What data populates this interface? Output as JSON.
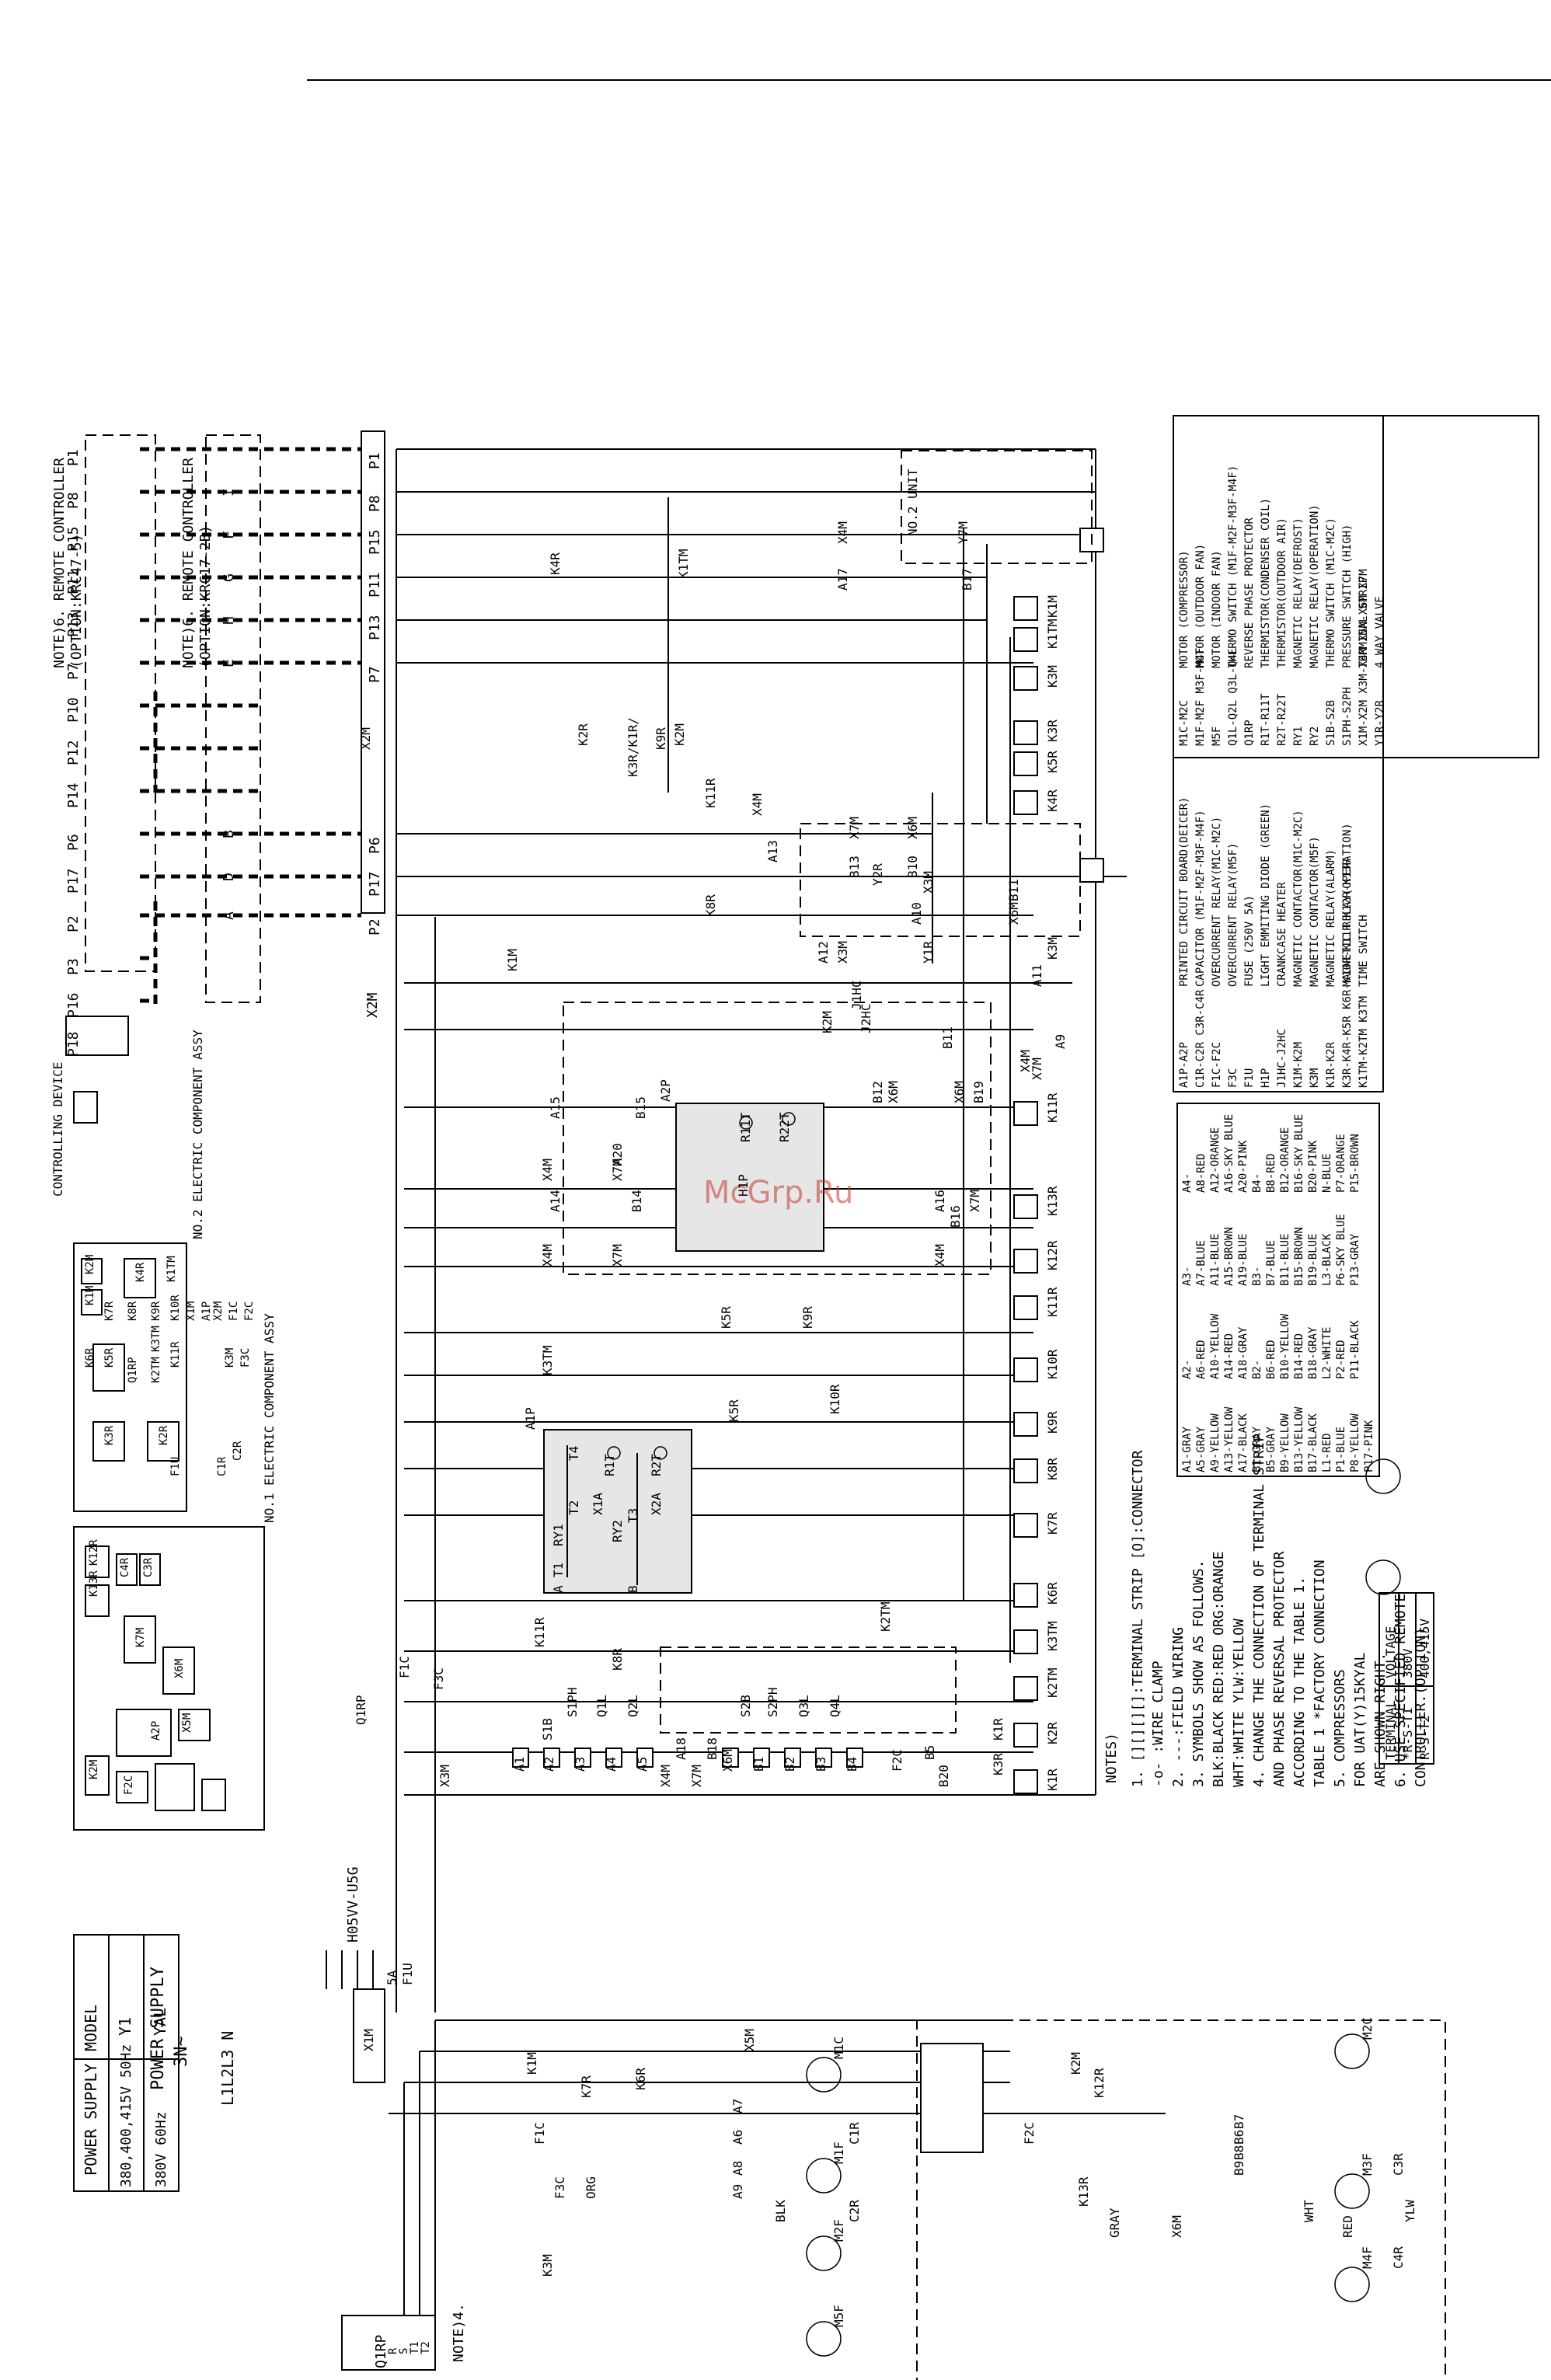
{
  "watermark": "McGrp.Ru",
  "controllers": {
    "rc1_note": "NOTE)6. REMOTE CONTROLLER",
    "rc1_option": "(OPTION:KRC47-5)",
    "rc2_note": "NOTE)6. REMOTE CONTROLLER",
    "rc2_option": "(OPTION:KRC17-2B)",
    "controlling_device": "CONTROLLING DEVICE",
    "pins_top": [
      "P1",
      "P8",
      "P15",
      "P11",
      "P13",
      "P7",
      "P10",
      "P12",
      "P14",
      "P6",
      "P17",
      "P2",
      "P3",
      "P16",
      "P18"
    ],
    "letters": [
      "I",
      "F",
      "G",
      "H",
      "E",
      "B",
      "D",
      "A"
    ],
    "x2m_pins": [
      "P1",
      "P8",
      "P15",
      "P11",
      "P13",
      "P7",
      "P6",
      "P17",
      "P2"
    ],
    "x2m": "X2M"
  },
  "assy": {
    "no1": "NO.1 ELECTRIC COMPONENT ASSY",
    "no1_parts": [
      "K2M",
      "K1M",
      "K4R",
      "K5R",
      "K3R",
      "K2R",
      "K6R",
      "K7R",
      "K8R",
      "K9R",
      "K10R",
      "K11R",
      "Q1RP",
      "K2TM",
      "K1TM",
      "K3TM",
      "X1M",
      "A1P",
      "X2M",
      "F1C",
      "F2C",
      "F1U",
      "C1R",
      "C2R",
      "K3M",
      "F3C"
    ],
    "no2": "NO.2 ELECTRIC COMPONENT ASSY",
    "no2_parts": [
      "K12R",
      "K13R",
      "C4R",
      "C3R",
      "K7M",
      "X6M",
      "A2P",
      "X5M",
      "K2M",
      "F2C"
    ]
  },
  "power_table": {
    "headers": [
      "MODEL",
      "POWER SUPPLY"
    ],
    "rows": [
      [
        "Y1",
        "380,400,415V 50Hz"
      ],
      [
        "YAL",
        "380V 60Hz"
      ]
    ]
  },
  "power_supply": "POWER SUPPLY",
  "power_spec": "3N~",
  "phase_labels": "L1L2L3 N",
  "cable": "H05VV-U5G",
  "fuse": "5A",
  "fuse_name": "F1U",
  "boards": {
    "a1p": "A1P",
    "a2p": "A2P",
    "x1a": "X1A",
    "x2a": "X2A",
    "r1t": "R1T",
    "r2t": "R2T",
    "r11t": "R11T",
    "r22t": "R22T",
    "h1p": "H1P",
    "ry1": "RY1",
    "ry2": "RY2",
    "t1": "T1",
    "t2": "T2",
    "t3": "T3",
    "t4": "T4",
    "a": "A",
    "b": "B"
  },
  "circuit_labels": [
    "K1TM",
    "K4R",
    "X4M",
    "A17",
    "NO.2 UNIT",
    "Y7M",
    "B17",
    "K2M",
    "K9R",
    "K2R",
    "X2M",
    "K3R/K1R/",
    "K11R",
    "X4M",
    "A13",
    "X7M",
    "B13",
    "X6M",
    "B10",
    "Y2R",
    "X6M",
    "B11",
    "K8R",
    "X3M",
    "A10",
    "Y1R",
    "K3M",
    "A11",
    "K1M",
    "X3M",
    "A12",
    "J1HC",
    "K2M",
    "X6M",
    "B12",
    "J2HC",
    "X6M",
    "B11",
    "X4M",
    "A9",
    "X7M",
    "B19",
    "X4M",
    "A15",
    "X7M",
    "B15",
    "X4M",
    "A14",
    "X7M",
    "B14",
    "X4M",
    "A16",
    "B16",
    "X7M",
    "K5R",
    "K9R",
    "K3TM",
    "K5R",
    "K10R",
    "K2TM",
    "K11R",
    "K8R",
    "S1B",
    "S1PH",
    "Q1L",
    "Q2L",
    "S2B",
    "S2PH",
    "Q3L",
    "Q4L",
    "K1R",
    "K3R",
    "F2C",
    "Q1RP",
    "F1C",
    "F3C",
    "X3M",
    "A1",
    "A2",
    "A3",
    "A4",
    "A5",
    "X4M",
    "A18",
    "X7M",
    "B18",
    "X6M",
    "B1",
    "B2",
    "B3",
    "B4",
    "B5",
    "B20",
    "A20"
  ],
  "relay_coils": [
    "K1M",
    "K1TM",
    "K3M",
    "K3R",
    "K5R",
    "K4R",
    "K11R",
    "K13R",
    "K12R",
    "K11R",
    "K10R",
    "K9R",
    "K8R",
    "K7R",
    "K6R",
    "K3TM",
    "K2TM",
    "K2R",
    "K1R"
  ],
  "motor_labels": [
    "M1C",
    "M1F",
    "M2F",
    "M5F",
    "M2C",
    "M3F",
    "M4F",
    "C1R",
    "C2R",
    "C3R",
    "C4R",
    "X1M",
    "X5M",
    "K1M",
    "K2M",
    "K3M",
    "K7R",
    "K6R",
    "K12R",
    "K13R",
    "X6M",
    "B7",
    "B6",
    "B8",
    "B9",
    "A7",
    "A6",
    "A8",
    "A9",
    "F1C",
    "F2C",
    "F3C",
    "ORG",
    "GRAY",
    "BLK",
    "WHT",
    "RED",
    "YLW"
  ],
  "q1rp": {
    "label": "Q1RP",
    "pins": [
      "R",
      "S",
      "T1",
      "T2"
    ],
    "note": "NOTE)4."
  },
  "notes": {
    "title": "NOTES)",
    "items": [
      "1. [][][][]:TERMINAL STRIP  [O]:CONNECTOR",
      "   -o- :WIRE CLAMP",
      "2. ---:FIELD WIRING",
      "3. SYMBOLS SHOW AS FOLLOWS.",
      "   BLK:BLACK RED:RED ORG:ORANGE",
      "   WHT:WHITE YLW:YELLOW",
      "4. CHANGE THE CONNECTION OF TERMINAL STRIP",
      "   AND PHASE REVERSAL PROTECTOR",
      "   ACCORDING TO THE TABLE 1.",
      "   TABLE 1  *FACTORY CONNECTION",
      "5. COMPRESSORS",
      "   FOR UAT(Y)15KYAL",
      "   ARE SHOWN RIGHT.",
      "6. USE SPECIFIED REMOTE",
      "   CONTROLLER.(OPTION)"
    ],
    "table1_headers": [
      "VOLTAGE",
      "TERMINAL"
    ],
    "table1_rows": [
      [
        "380V",
        "*R-S-T1"
      ],
      [
        "400,415V",
        "R-S-T2"
      ]
    ]
  },
  "color_table": [
    [
      "A1-GRAY",
      "A2-",
      "A3-",
      "A4-"
    ],
    [
      "A5-GRAY",
      "A6-RED",
      "A7-BLUE",
      "A8-RED"
    ],
    [
      "A9-YELLOW",
      "A10-YELLOW",
      "A11-BLUE",
      "A12-ORANGE"
    ],
    [
      "A13-YELLOW",
      "A14-RED",
      "A15-BROWN",
      "A16-SKY BLUE"
    ],
    [
      "A17-BLACK",
      "A18-GRAY",
      "A19-BLUE",
      "A20-PINK"
    ],
    [
      "B1-GRAY",
      "B2-",
      "B3-",
      "B4-"
    ],
    [
      "B5-GRAY",
      "B6-RED",
      "B7-BLUE",
      "B8-RED"
    ],
    [
      "B9-YELLOW",
      "B10-YELLOW",
      "B11-BLUE",
      "B12-ORANGE"
    ],
    [
      "B13-YELLOW",
      "B14-RED",
      "B15-BROWN",
      "B16-SKY BLUE"
    ],
    [
      "B17-BLACK",
      "B18-GRAY",
      "B19-BLUE",
      "B20-PINK"
    ],
    [
      "L1-RED",
      "L2-WHITE",
      "L3-BLACK",
      "N-BLUE"
    ],
    [
      "P1-BLUE",
      "P2-RED",
      "P6-SKY BLUE",
      "P7-ORANGE"
    ],
    [
      "P8-YELLOW",
      "P11-BLACK",
      "P13-GRAY",
      "P15-BROWN"
    ],
    [
      "P17-PINK",
      "",
      "",
      ""
    ]
  ],
  "legend_left": [
    [
      "A1P-A2P",
      "PRINTED CIRCUIT BOARD(DEICER)"
    ],
    [
      "C1R-C2R C3R-C4R",
      "CAPACITOR (M1F-M2F-M3F-M4F)"
    ],
    [
      "F1C-F2C",
      "OVERCURRENT RELAY(M1C-M2C)"
    ],
    [
      "F3C",
      "OVERCURRENT RELAY(M5F)"
    ],
    [
      "F1U",
      "FUSE (250V 5A)"
    ],
    [
      "H1P",
      "LIGHT EMMITING DIODE (GREEN)"
    ],
    [
      "J1HC-J2HC",
      "CRANKCASE HEATER"
    ],
    [
      "K1M-K2M",
      "MAGNETIC CONTACTOR(M1C-M2C)"
    ],
    [
      "K3M",
      "MAGNETIC CONTACTOR(M5F)"
    ],
    [
      "K1R-K2R",
      "MAGNETIC RELAY(ALARM)"
    ],
    [
      "K3R-K4R-K5R K6R-K10R-K11R K12R-K13R",
      "MAGNETIC RELAY(OPERATION)"
    ],
    [
      "K1TM-K2TM K3TM",
      "TIME SWITCH"
    ]
  ],
  "legend_right": [
    [
      "M1C-M2C",
      "MOTOR (COMPRESSOR)"
    ],
    [
      "M1F-M2F M3F-M4F",
      "MOTOR (OUTDOOR FAN)"
    ],
    [
      "M5F",
      "MOTOR (INDOOR FAN)"
    ],
    [
      "Q1L-Q2L Q3L-Q4L",
      "THERMO SWITCH (M1F-M2F-M3F-M4F)"
    ],
    [
      "Q1RP",
      "REVERSE PHASE PROTECTOR"
    ],
    [
      "R1T-R11T",
      "THERMISTOR(CONDENSER COIL)"
    ],
    [
      "R2T-R22T",
      "THERMISTOR(OUTDOOR AIR)"
    ],
    [
      "RY1",
      "MAGNETIC RELAY(DEFROST)"
    ],
    [
      "RY2",
      "MAGNETIC RELAY(OPERATION)"
    ],
    [
      "S1B-S2B",
      "THERMO SWITCH (M1C-M2C)"
    ],
    [
      "S1PH-S2PH",
      "PRESSURE SWITCH (HIGH)"
    ],
    [
      "X1M-X2M X3M-X4M X5M-X6M X7M",
      "TERMINAL STRIP"
    ],
    [
      "Y1R-Y2R",
      "4 WAY VALVE"
    ]
  ]
}
